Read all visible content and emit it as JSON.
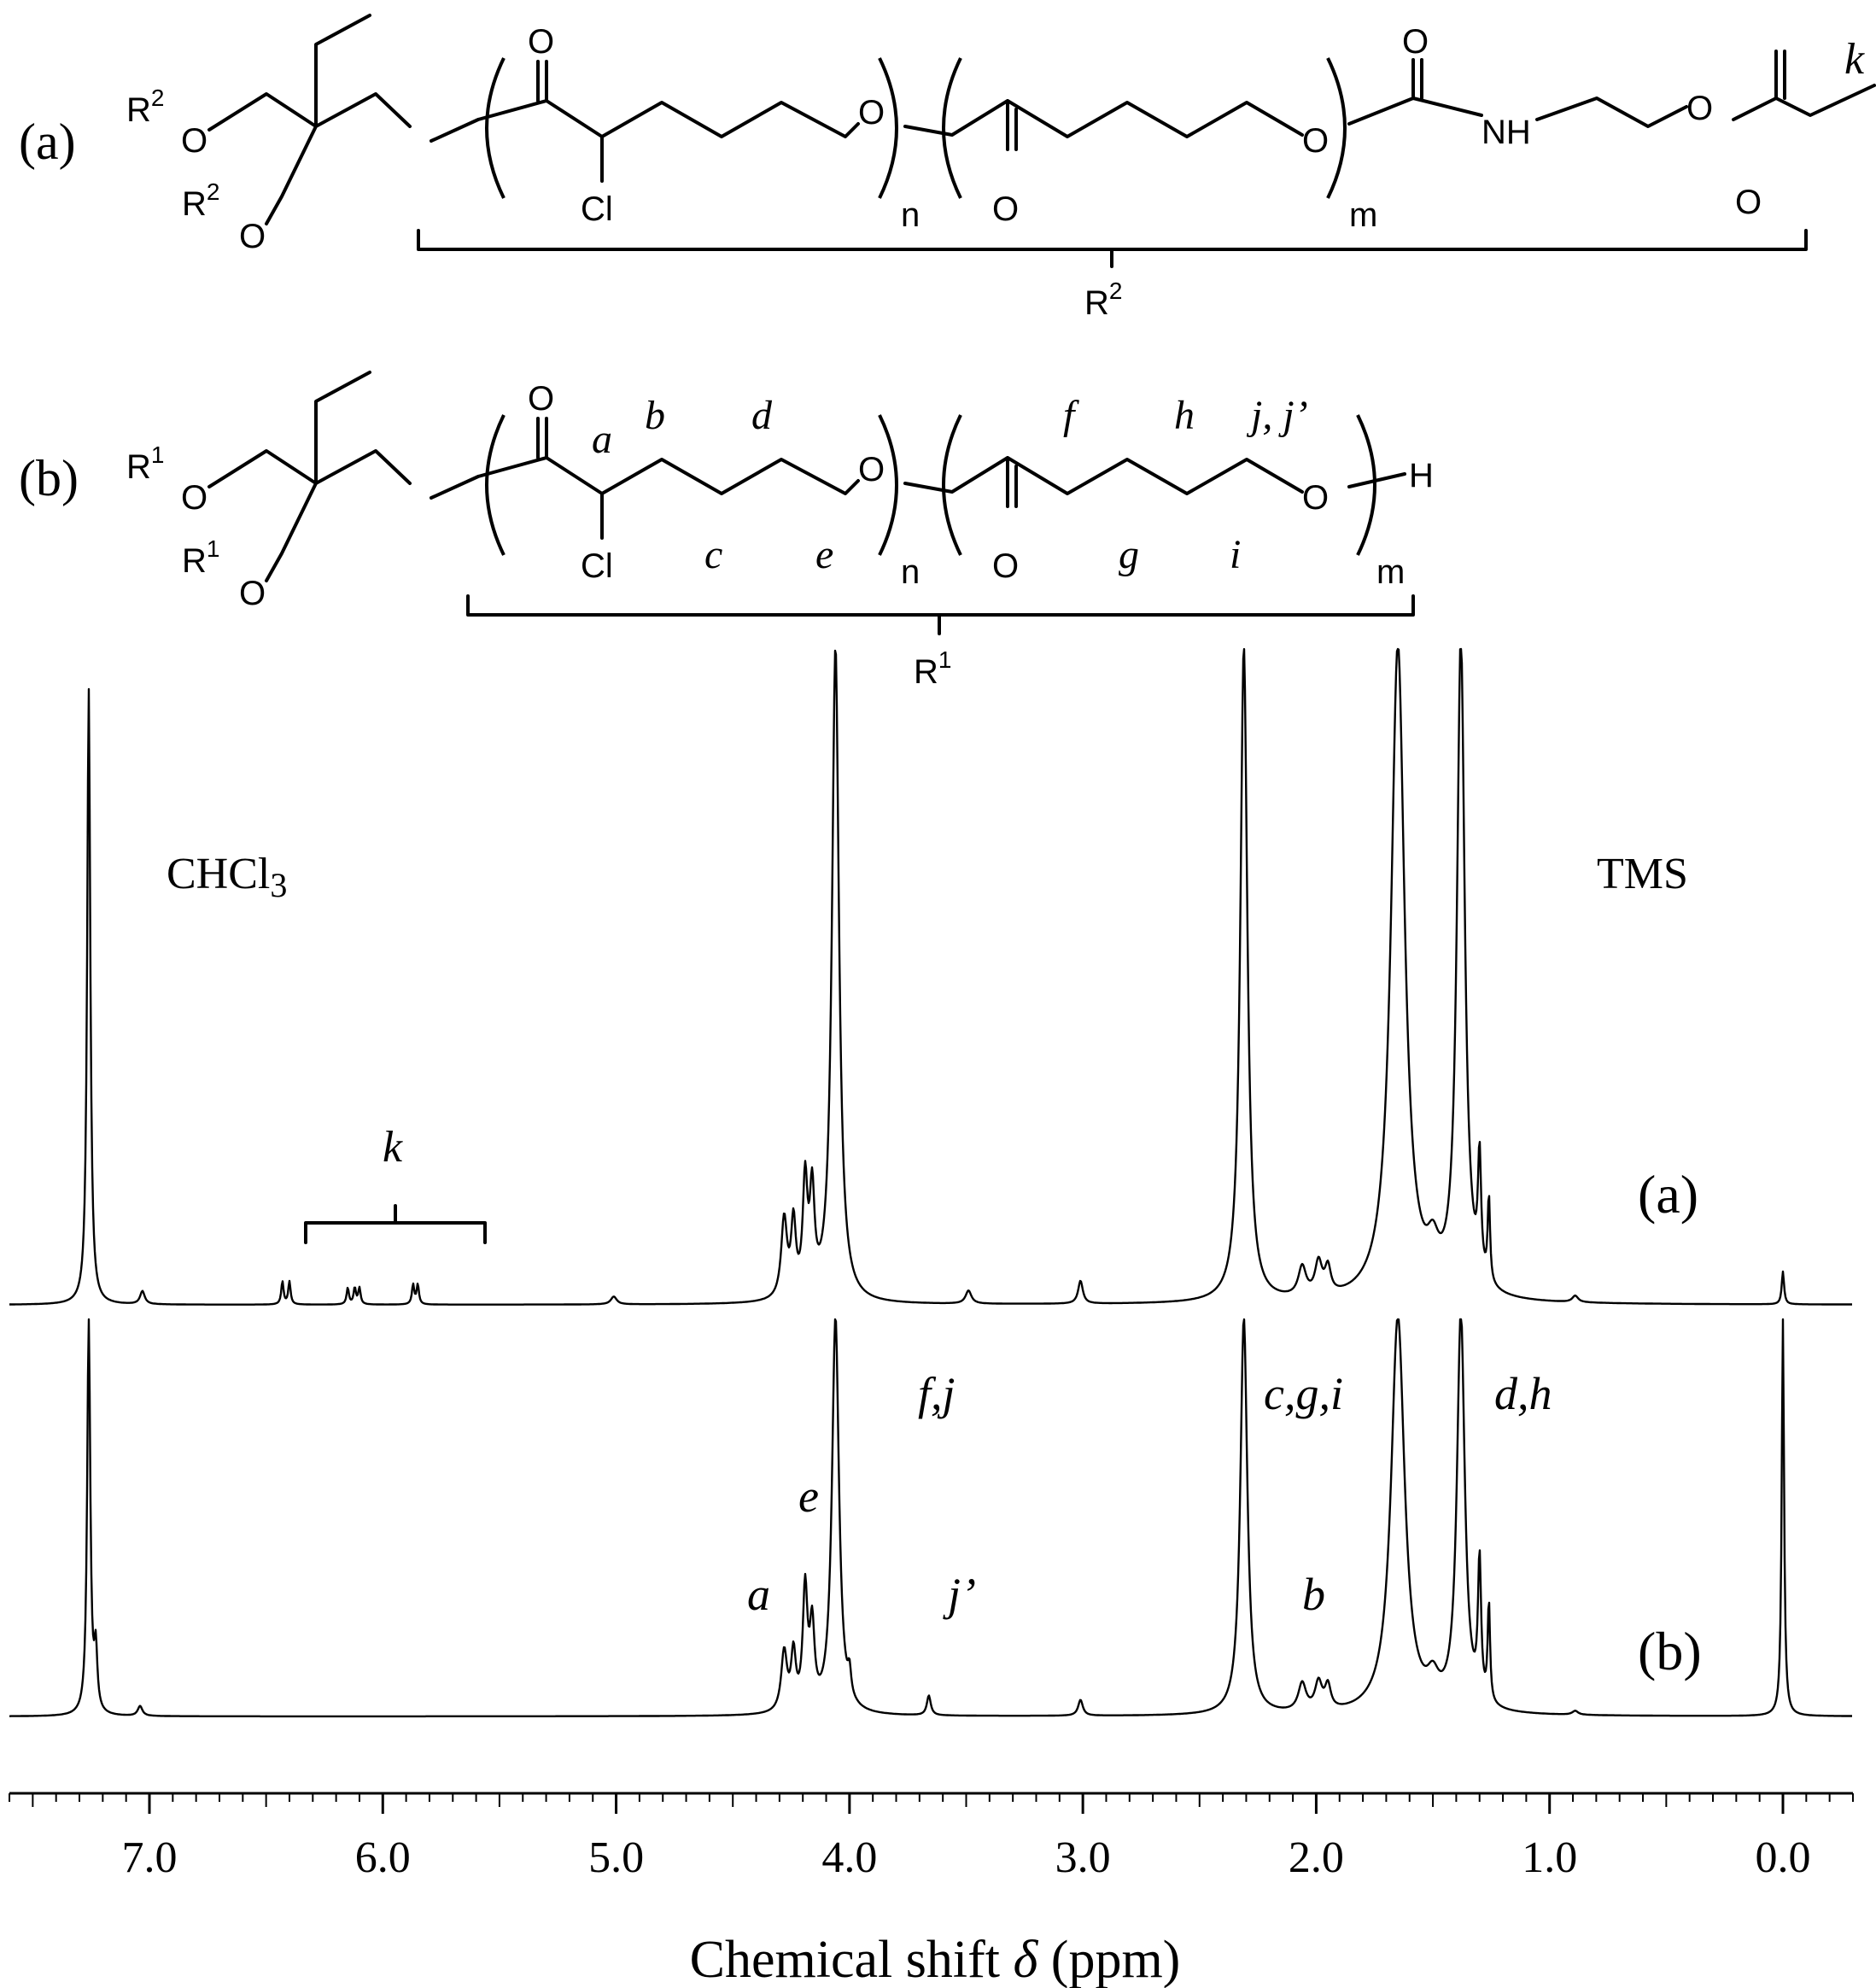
{
  "panel_labels": {
    "a": "(a)",
    "b": "(b)"
  },
  "structure_a": {
    "r_left_top": "R",
    "r_left_top_sup": "2",
    "r_left_bottom": "R",
    "r_left_bottom_sup": "2",
    "oxygen": "O",
    "chlorine": "Cl",
    "nh": "NH",
    "sub_n": "n",
    "sub_m": "m",
    "k_label": "k",
    "bracket_label": "R",
    "bracket_label_sup": "2"
  },
  "structure_b": {
    "r_left_top": "R",
    "r_left_top_sup": "1",
    "r_left_bottom": "R",
    "r_left_bottom_sup": "1",
    "oxygen": "O",
    "chlorine": "Cl",
    "hydrogen": "H",
    "sub_n": "n",
    "sub_m": "m",
    "labels": {
      "a": "a",
      "b": "b",
      "c": "c",
      "d": "d",
      "e": "e",
      "f": "f",
      "g": "g",
      "h": "h",
      "i": "i",
      "jj": "j, j’"
    },
    "bracket_label": "R",
    "bracket_label_sup": "1"
  },
  "spectrum": {
    "solvent_label": "CHCl",
    "solvent_sub": "3",
    "reference_label": "TMS",
    "k_label": "k",
    "trace_a_label": "(a)",
    "trace_b_label": "(b)",
    "peak_labels_b": {
      "fj": "f,j",
      "cgi": "c,g,i",
      "dh": "d,h",
      "e": "e",
      "a": "a",
      "jp": "j’",
      "b": "b"
    }
  },
  "chart_data": {
    "type": "line",
    "title": "",
    "xlabel": "Chemical shift δ (ppm)",
    "xlabel_main": "Chemical shift ",
    "xlabel_symbol": "δ",
    "xlabel_unit": " (ppm)",
    "ylabel": "",
    "x_reversed": true,
    "xlim": [
      7.6,
      -0.3
    ],
    "ticks": [
      7.0,
      6.0,
      5.0,
      4.0,
      3.0,
      2.0,
      1.0,
      0.0
    ],
    "tick_labels": [
      "7.0",
      "6.0",
      "5.0",
      "4.0",
      "3.0",
      "2.0",
      "1.0",
      "0.0"
    ],
    "grid": false,
    "series": [
      {
        "name": "(a)",
        "peaks": [
          {
            "ppm": 7.26,
            "h": 0.94,
            "w": 0.008
          },
          {
            "ppm": 7.03,
            "h": 0.02,
            "w": 0.012
          },
          {
            "ppm": 6.43,
            "h": 0.035,
            "w": 0.006
          },
          {
            "ppm": 6.4,
            "h": 0.035,
            "w": 0.006
          },
          {
            "ppm": 6.15,
            "h": 0.025,
            "w": 0.006
          },
          {
            "ppm": 6.12,
            "h": 0.025,
            "w": 0.006
          },
          {
            "ppm": 6.1,
            "h": 0.025,
            "w": 0.006
          },
          {
            "ppm": 5.87,
            "h": 0.03,
            "w": 0.006
          },
          {
            "ppm": 5.85,
            "h": 0.03,
            "w": 0.006
          },
          {
            "ppm": 5.01,
            "h": 0.012,
            "w": 0.015
          },
          {
            "ppm": 4.28,
            "h": 0.12,
            "w": 0.015
          },
          {
            "ppm": 4.24,
            "h": 0.11,
            "w": 0.012
          },
          {
            "ppm": 4.19,
            "h": 0.17,
            "w": 0.012
          },
          {
            "ppm": 4.16,
            "h": 0.15,
            "w": 0.012
          },
          {
            "ppm": 4.06,
            "h": 1.0,
            "w": 0.018
          },
          {
            "ppm": 3.49,
            "h": 0.02,
            "w": 0.015
          },
          {
            "ppm": 3.01,
            "h": 0.035,
            "w": 0.012
          },
          {
            "ppm": 2.31,
            "h": 1.0,
            "w": 0.018
          },
          {
            "ppm": 2.06,
            "h": 0.045,
            "w": 0.02
          },
          {
            "ppm": 1.99,
            "h": 0.05,
            "w": 0.018
          },
          {
            "ppm": 1.95,
            "h": 0.04,
            "w": 0.015
          },
          {
            "ppm": 1.65,
            "h": 1.0,
            "w": 0.035
          },
          {
            "ppm": 1.5,
            "h": 0.05,
            "w": 0.03
          },
          {
            "ppm": 1.38,
            "h": 1.0,
            "w": 0.02
          },
          {
            "ppm": 1.3,
            "h": 0.18,
            "w": 0.008
          },
          {
            "ppm": 1.26,
            "h": 0.13,
            "w": 0.006
          },
          {
            "ppm": 0.89,
            "h": 0.01,
            "w": 0.015
          },
          {
            "ppm": 0.0,
            "h": 0.05,
            "w": 0.006
          }
        ]
      },
      {
        "name": "(b)",
        "peaks": [
          {
            "ppm": 7.26,
            "h": 1.0,
            "w": 0.008
          },
          {
            "ppm": 7.23,
            "h": 0.15,
            "w": 0.008
          },
          {
            "ppm": 7.04,
            "h": 0.025,
            "w": 0.012
          },
          {
            "ppm": 4.28,
            "h": 0.15,
            "w": 0.015
          },
          {
            "ppm": 4.24,
            "h": 0.14,
            "w": 0.012
          },
          {
            "ppm": 4.19,
            "h": 0.3,
            "w": 0.012
          },
          {
            "ppm": 4.16,
            "h": 0.2,
            "w": 0.012
          },
          {
            "ppm": 4.06,
            "h": 1.0,
            "w": 0.018
          },
          {
            "ppm": 4.0,
            "h": 0.06,
            "w": 0.008
          },
          {
            "ppm": 3.66,
            "h": 0.05,
            "w": 0.01
          },
          {
            "ppm": 3.01,
            "h": 0.04,
            "w": 0.012
          },
          {
            "ppm": 2.31,
            "h": 1.0,
            "w": 0.018
          },
          {
            "ppm": 2.06,
            "h": 0.07,
            "w": 0.02
          },
          {
            "ppm": 1.99,
            "h": 0.07,
            "w": 0.018
          },
          {
            "ppm": 1.95,
            "h": 0.06,
            "w": 0.015
          },
          {
            "ppm": 1.65,
            "h": 1.0,
            "w": 0.035
          },
          {
            "ppm": 1.5,
            "h": 0.06,
            "w": 0.03
          },
          {
            "ppm": 1.38,
            "h": 1.0,
            "w": 0.02
          },
          {
            "ppm": 1.3,
            "h": 0.35,
            "w": 0.008
          },
          {
            "ppm": 1.26,
            "h": 0.25,
            "w": 0.006
          },
          {
            "ppm": 0.89,
            "h": 0.01,
            "w": 0.015
          },
          {
            "ppm": 0.0,
            "h": 1.0,
            "w": 0.006
          }
        ]
      }
    ]
  }
}
